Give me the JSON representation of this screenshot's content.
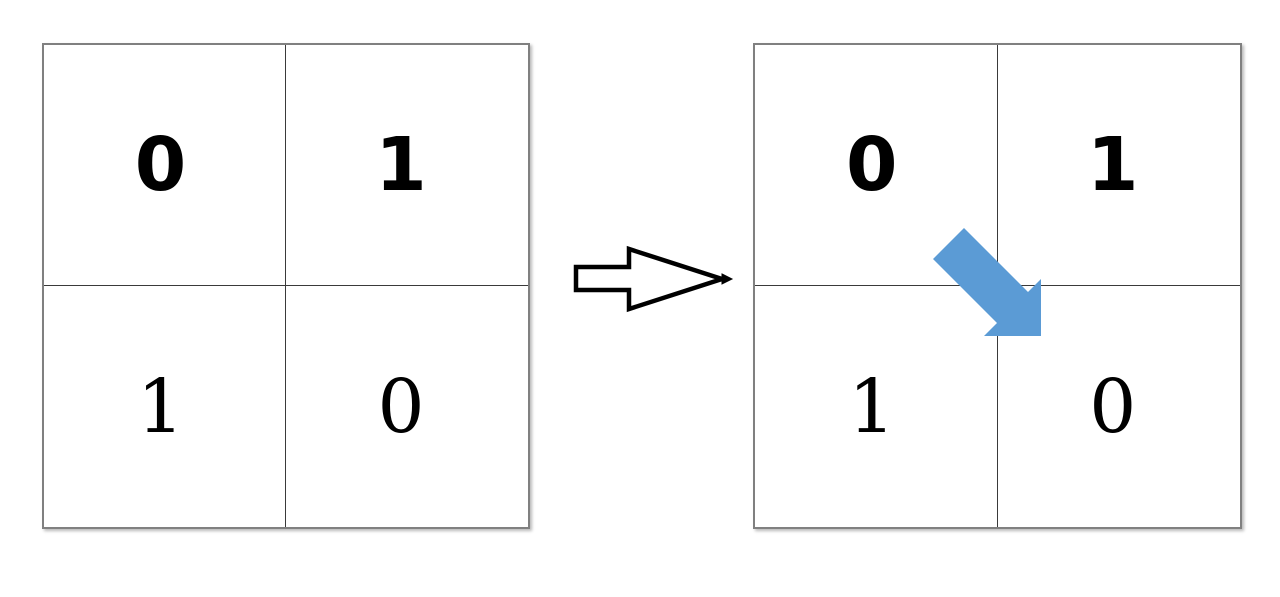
{
  "figure": {
    "type": "diagram",
    "description": "Two 2x2 binary matrices side by side connected by a right-pointing outline block arrow; the right matrix has a blue diagonal arrow across its anti-diagonal center",
    "background_color": "#ffffff"
  },
  "colors": {
    "matrix_border": "#808080",
    "grid_divider": "#3a3a3a",
    "digit": "#000000",
    "transition_arrow_stroke": "#000000",
    "transition_arrow_fill": "#ffffff",
    "diagonal_arrow": "#5B9BD5",
    "background": "#ffffff"
  },
  "matrices": [
    {
      "name": "left-matrix",
      "rows": [
        [
          {
            "value": "0",
            "weight": "bold"
          },
          {
            "value": "1",
            "weight": "bold"
          }
        ],
        [
          {
            "value": "1",
            "weight": "regular"
          },
          {
            "value": "0",
            "weight": "regular"
          }
        ]
      ]
    },
    {
      "name": "right-matrix",
      "rows": [
        [
          {
            "value": "0",
            "weight": "bold"
          },
          {
            "value": "1",
            "weight": "bold"
          }
        ],
        [
          {
            "value": "1",
            "weight": "regular"
          },
          {
            "value": "0",
            "weight": "regular"
          }
        ]
      ]
    }
  ],
  "transition_arrow": {
    "name": "transition-arrow",
    "direction": "right",
    "style": "outlined-block-arrow"
  },
  "diagonal_arrow": {
    "name": "diagonal-arrow",
    "direction": "down-right",
    "style": "solid-block-arrow",
    "color": "#5B9BD5"
  }
}
